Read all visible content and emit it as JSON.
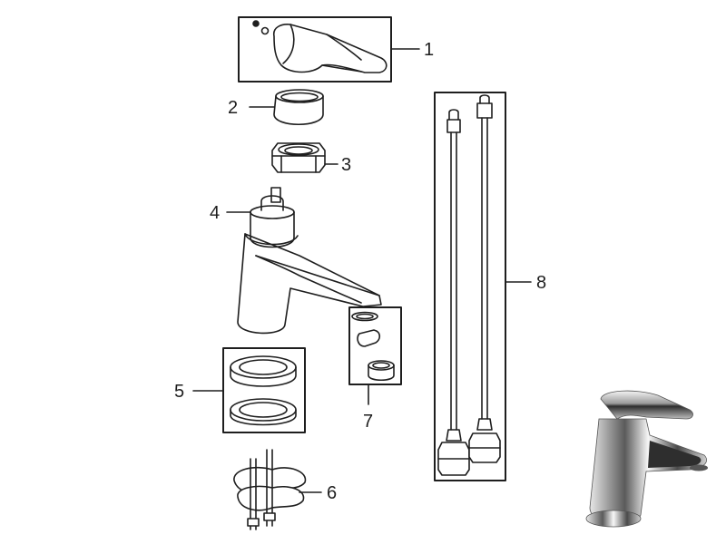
{
  "parts": [
    {
      "number": "1",
      "name": "handle"
    },
    {
      "number": "2",
      "name": "cover-ring"
    },
    {
      "number": "3",
      "name": "cartridge-nut"
    },
    {
      "number": "4",
      "name": "tap-body-with-cartridge"
    },
    {
      "number": "5",
      "name": "base-seals"
    },
    {
      "number": "6",
      "name": "fixing-kit"
    },
    {
      "number": "7",
      "name": "aerator"
    },
    {
      "number": "8",
      "name": "flexible-hoses"
    }
  ],
  "colors": {
    "line": "#1e1e1e",
    "chrome_dark": "#3a3a3a",
    "chrome_light": "#e9e9e9",
    "background": "#ffffff"
  },
  "thumbnail": {
    "name": "assembled-basin-mixer-photo"
  }
}
